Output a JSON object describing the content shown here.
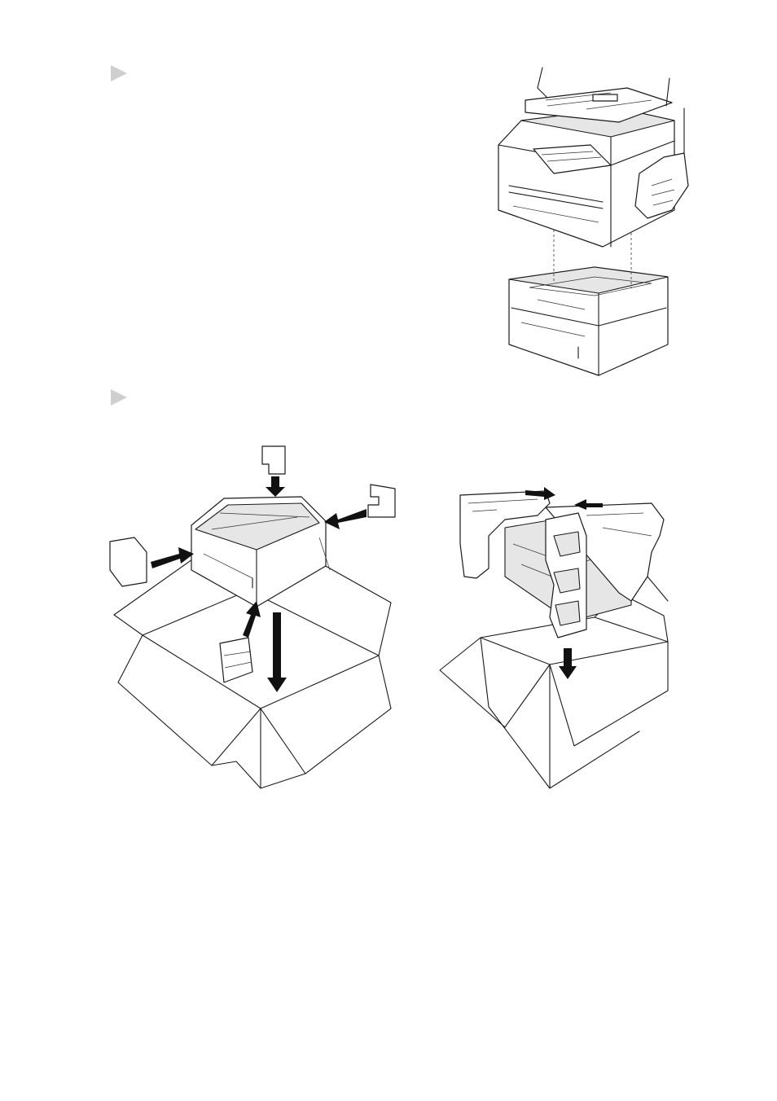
{
  "page": {
    "steps": [
      {
        "marker": "triangle-bullet"
      },
      {
        "marker": "triangle-bullet"
      }
    ]
  },
  "illustrations": [
    {
      "name": "fax-machine-on-lower-tray-illustration",
      "icon": "fax-machine-lower-tray-icon"
    },
    {
      "name": "tray-packing-illustration",
      "icon": "tray-foam-packing-icon"
    },
    {
      "name": "fax-packing-illustration",
      "icon": "fax-foam-packing-icon"
    }
  ],
  "colors": {
    "line": "#1a1a1a",
    "bullet": "#cfcfcf",
    "background": "#ffffff"
  }
}
